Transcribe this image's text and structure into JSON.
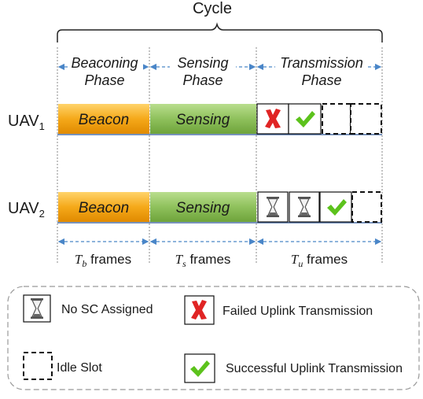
{
  "title": "Cycle",
  "phases": [
    {
      "line1": "Beaconing",
      "line2": "Phase"
    },
    {
      "line1": "Sensing",
      "line2": "Phase"
    },
    {
      "line1": "Transmission",
      "line2": "Phase"
    }
  ],
  "rows": [
    {
      "uav": "UAV",
      "sub": "1",
      "beacon": "Beacon",
      "sensing": "Sensing",
      "slots": [
        "failed",
        "success",
        "idle",
        "idle"
      ]
    },
    {
      "uav": "UAV",
      "sub": "2",
      "beacon": "Beacon",
      "sensing": "Sensing",
      "slots": [
        "no-sc",
        "no-sc",
        "success",
        "idle"
      ]
    }
  ],
  "durations": [
    {
      "sym": "T",
      "sub": "b",
      "unit": " frames"
    },
    {
      "sym": "T",
      "sub": "s",
      "unit": " frames"
    },
    {
      "sym": "T",
      "sub": "u",
      "unit": " frames"
    }
  ],
  "legend": {
    "no_sc": "No SC Assigned",
    "failed": "Failed Uplink Transmission",
    "idle": "Idle Slot",
    "success": "Successful Uplink Transmission"
  },
  "colors": {
    "beacon": "#f5a91a",
    "sensing": "#8fc15c",
    "arrow": "#4a86c8",
    "failed": "#e02424",
    "success": "#5cc21c"
  }
}
